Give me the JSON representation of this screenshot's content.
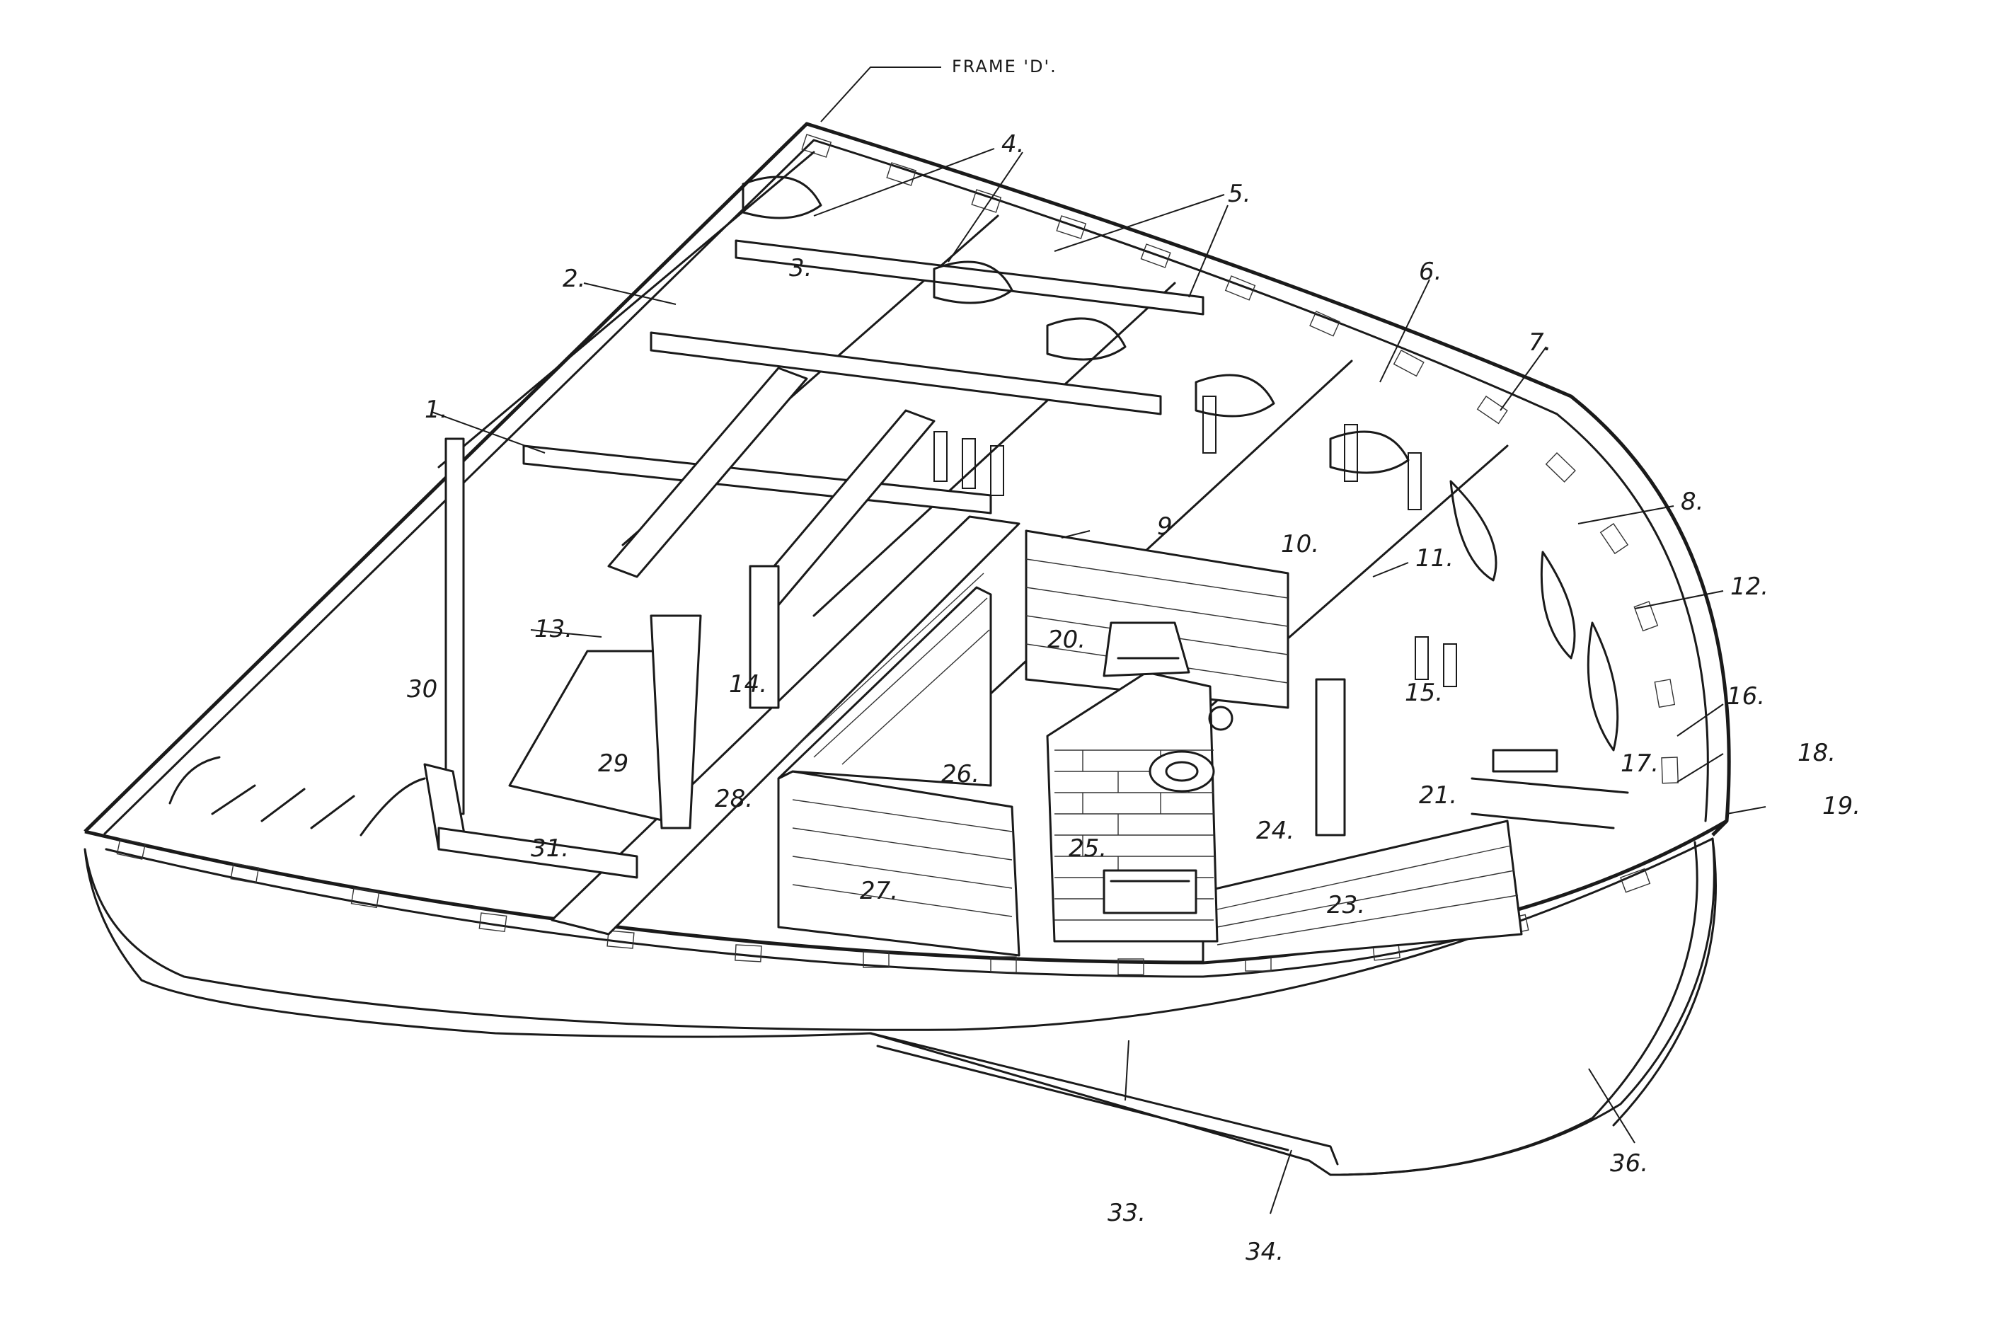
{
  "diagram": {
    "frame_label": "FRAME 'D'.",
    "callouts": [
      {
        "id": "c1",
        "text": "1."
      },
      {
        "id": "c2",
        "text": "2."
      },
      {
        "id": "c3",
        "text": "3."
      },
      {
        "id": "c4",
        "text": "4."
      },
      {
        "id": "c5",
        "text": "5."
      },
      {
        "id": "c6",
        "text": "6."
      },
      {
        "id": "c7",
        "text": "7."
      },
      {
        "id": "c8",
        "text": "8."
      },
      {
        "id": "c9",
        "text": "9"
      },
      {
        "id": "c10",
        "text": "10."
      },
      {
        "id": "c11",
        "text": "11."
      },
      {
        "id": "c12",
        "text": "12."
      },
      {
        "id": "c13",
        "text": "13."
      },
      {
        "id": "c14",
        "text": "14."
      },
      {
        "id": "c15",
        "text": "15."
      },
      {
        "id": "c16",
        "text": "16."
      },
      {
        "id": "c17",
        "text": "17."
      },
      {
        "id": "c18",
        "text": "18."
      },
      {
        "id": "c19",
        "text": "19."
      },
      {
        "id": "c20",
        "text": "20."
      },
      {
        "id": "c21",
        "text": "21."
      },
      {
        "id": "c23",
        "text": "23."
      },
      {
        "id": "c24",
        "text": "24."
      },
      {
        "id": "c25",
        "text": "25."
      },
      {
        "id": "c26",
        "text": "26."
      },
      {
        "id": "c27",
        "text": "27."
      },
      {
        "id": "c28",
        "text": "28."
      },
      {
        "id": "c29",
        "text": "29"
      },
      {
        "id": "c30",
        "text": "30"
      },
      {
        "id": "c31",
        "text": "31."
      },
      {
        "id": "c33",
        "text": "33."
      },
      {
        "id": "c34",
        "text": "34."
      },
      {
        "id": "c36",
        "text": "36."
      }
    ]
  }
}
